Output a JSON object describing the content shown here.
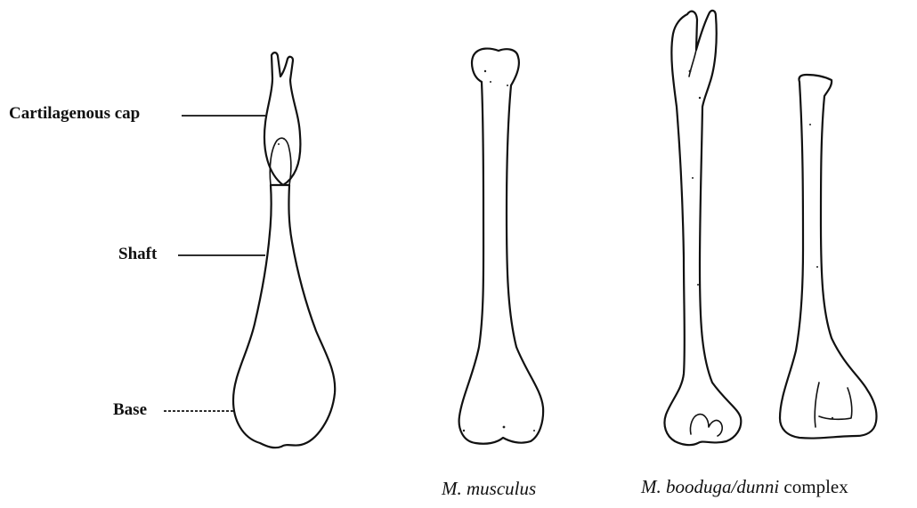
{
  "labels": {
    "cap": "Cartilagenous cap",
    "shaft": "Shaft",
    "base": "Base"
  },
  "captions": {
    "left_species": "M. musculus",
    "right_species_italic": "M. booduga/dunni",
    "right_species_suffix": " complex"
  }
}
